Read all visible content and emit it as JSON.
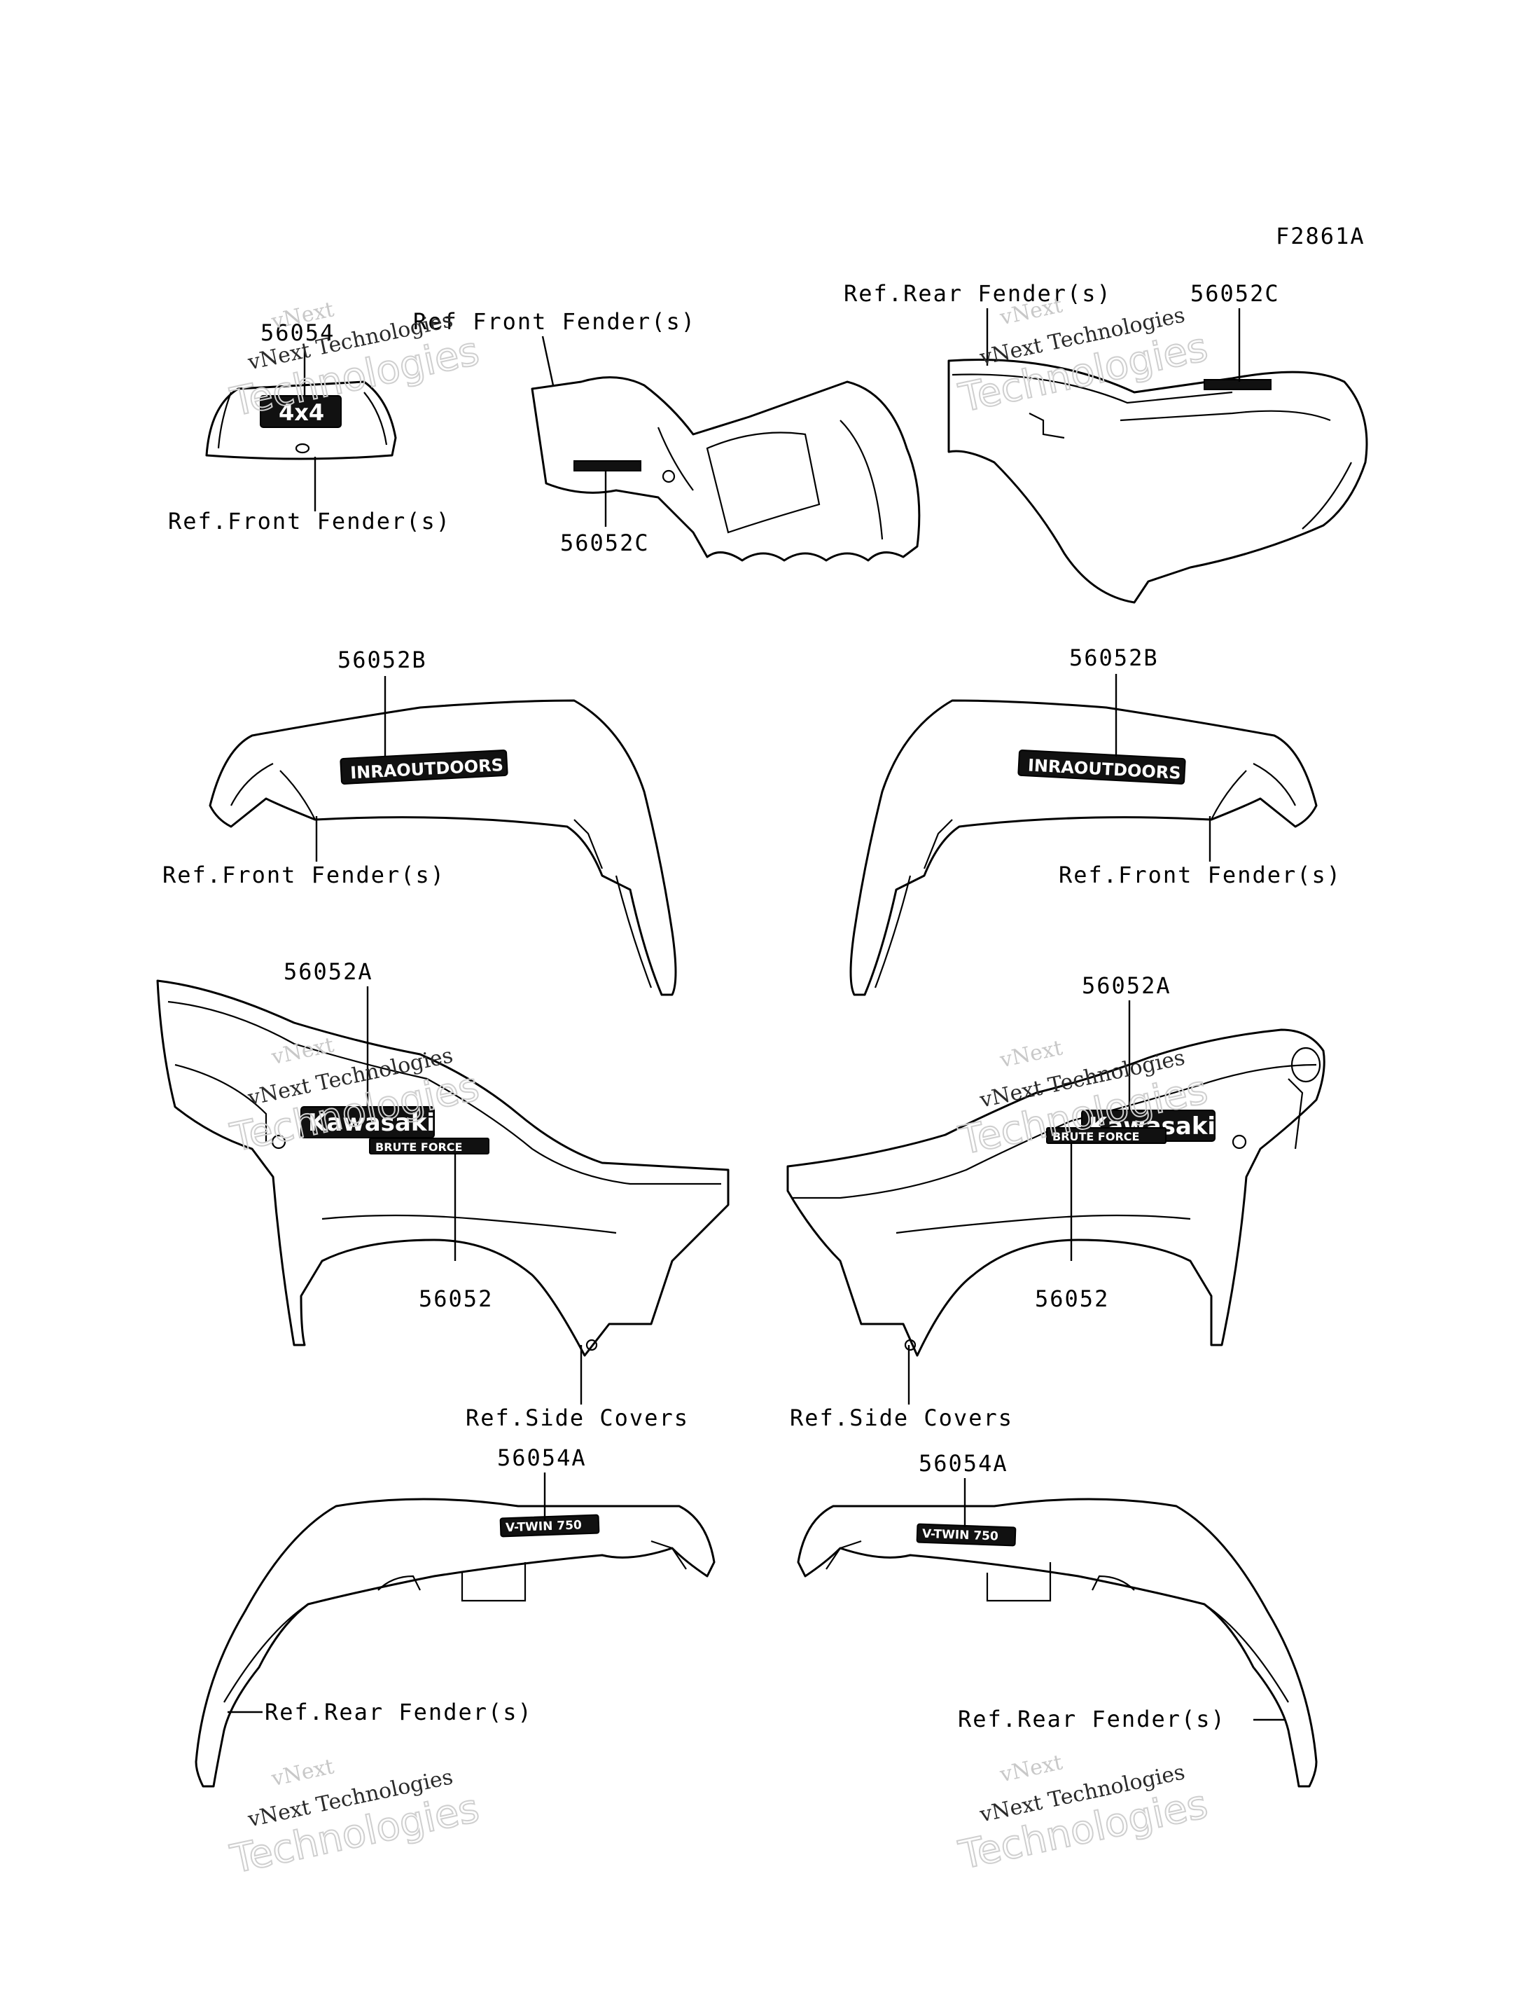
{
  "figure_code": "F2861A",
  "callouts": {
    "p56054": "56054",
    "p56052C_a": "56052C",
    "p56052C_b": "56052C",
    "p56052B_l": "56052B",
    "p56052B_r": "56052B",
    "p56052A_l": "56052A",
    "p56052A_r": "56052A",
    "p56052_l": "56052",
    "p56052_r": "56052",
    "p56054A_l": "56054A",
    "p56054A_r": "56054A"
  },
  "references": {
    "front_fender_top_a": "Ref.Front Fender(s)",
    "front_fender_top_b": "Ref Front Fender(s)",
    "rear_fender_top": "Ref.Rear Fender(s)",
    "front_fender_mid_l": "Ref.Front Fender(s)",
    "front_fender_mid_r": "Ref.Front Fender(s)",
    "side_covers_l": "Ref.Side Covers",
    "side_covers_r": "Ref.Side Covers",
    "rear_fender_bot_l": "Ref.Rear Fender(s)",
    "rear_fender_bot_r": "Ref.Rear Fender(s)"
  },
  "decals": {
    "four_by_four": "4x4",
    "outdoors": "INRAOUTDOORS",
    "brand": "Kawasaki",
    "model": "BRUTE FORCE",
    "engine": "V-TWIN 750"
  },
  "watermark": {
    "line1": "vNext",
    "line2": "vNext Technologies",
    "line3": "Technologies"
  }
}
